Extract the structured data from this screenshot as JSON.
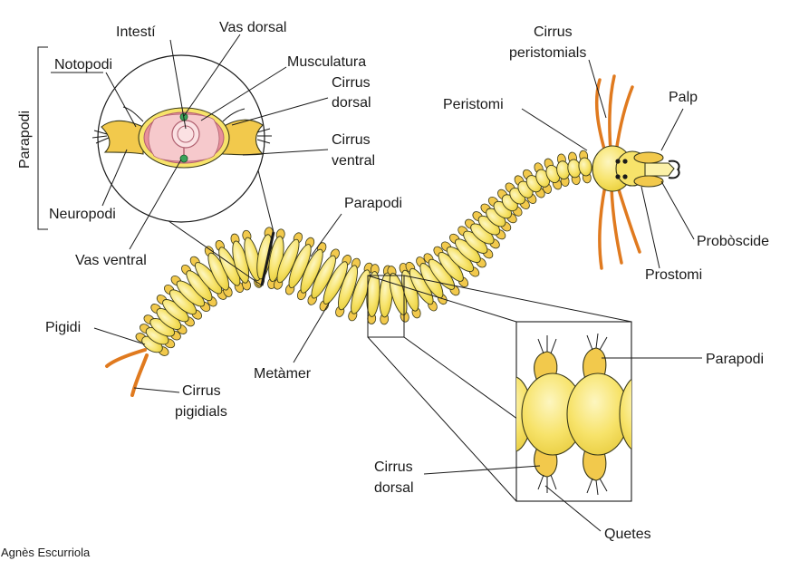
{
  "labels": {
    "intesti": "Intestí",
    "vas_dorsal": "Vas dorsal",
    "notopodi": "Notopodi",
    "musculatura": "Musculatura",
    "cirrus_dorsal_cross_1": "Cirrus",
    "cirrus_dorsal_cross_2": "dorsal",
    "cirrus_ventral_1": "Cirrus",
    "cirrus_ventral_2": "ventral",
    "parapodi_bracket": "Parapodi",
    "neuropodi": "Neuropodi",
    "vas_ventral": "Vas ventral",
    "parapodi_body": "Parapodi",
    "cirrus_peristomials_1": "Cirrus",
    "cirrus_peristomials_2": "peristomials",
    "peristomi": "Peristomi",
    "palp": "Palp",
    "proboscide": "Probòscide",
    "prostomi": "Prostomi",
    "pigidi": "Pigidi",
    "cirrus_pigidials_1": "Cirrus",
    "cirrus_pigidials_2": "pigidials",
    "metamer": "Metàmer",
    "parapodi_zoom": "Parapodi",
    "cirrus_dorsal_zoom_1": "Cirrus",
    "cirrus_dorsal_zoom_2": "dorsal",
    "quetes": "Quetes"
  },
  "credit": "Agnès Escurriola",
  "colors": {
    "body_fill": "#f7e36a",
    "body_light": "#fbf1a8",
    "parapod_fill": "#f2c94c",
    "cirrus_orange": "#e07a1f",
    "muscle_pink": "#e8909a",
    "gut_pink": "#f6c9cc",
    "vessel_green": "#3aa35a",
    "line": "#1a1a1a"
  }
}
